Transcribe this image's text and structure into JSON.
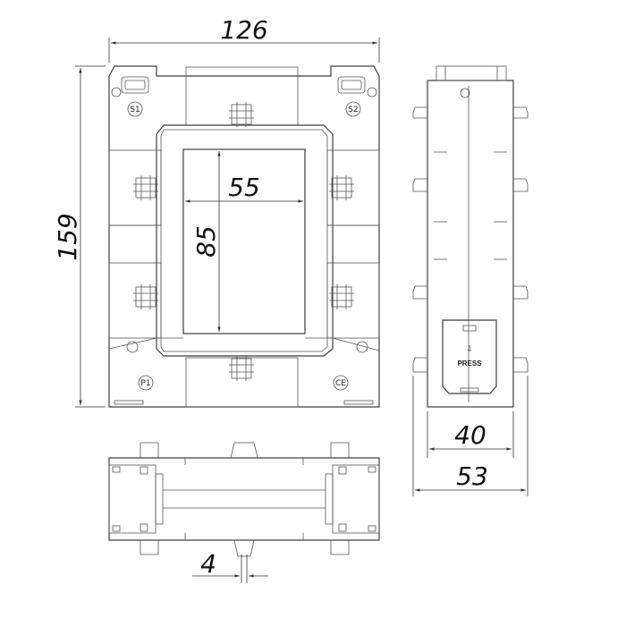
{
  "dimensions": {
    "width_total": "126",
    "height_total": "159",
    "window_width": "55",
    "window_height": "85",
    "depth_inner": "40",
    "depth_total": "53",
    "gap": "4"
  },
  "markings": {
    "s1": "S1",
    "s2": "S2",
    "p1": "P1",
    "ce": "CE",
    "press": "PRESS",
    "arrow": "⇩"
  }
}
